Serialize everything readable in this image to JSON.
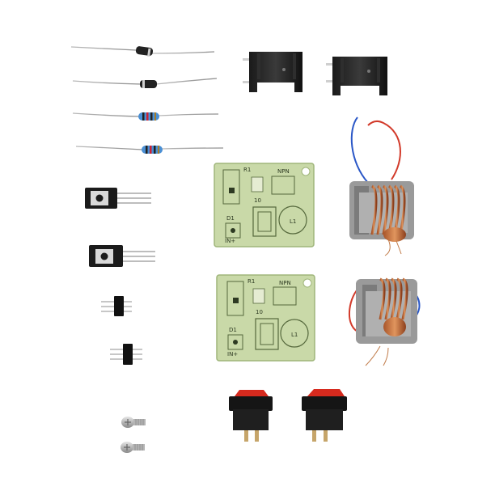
{
  "scene": {
    "background": "#ffffff",
    "pcb_color": "#c9d9a8",
    "pcb_edge": "#9fb57a"
  },
  "pcb_top": {
    "label_npn": "NPN",
    "label_r": "R1",
    "label_d": "D1",
    "label_l": "L1",
    "label_in": "IN+",
    "label_10": "10"
  },
  "pcb_bottom": {
    "label_npn": "NPN",
    "label_r": "R1",
    "label_d": "D1",
    "label_l": "L1",
    "label_in": "IN+",
    "label_10": "10"
  }
}
